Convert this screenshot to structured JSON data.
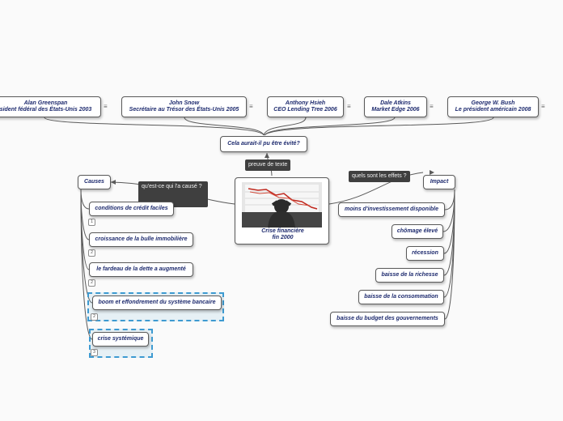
{
  "central": {
    "line1": "Crise financière",
    "line2": "fin 2000"
  },
  "question": {
    "label": "Cela aurait-il pu être évité?",
    "connector": "preuve de texte",
    "people": [
      {
        "line1": "Alan Greenspan",
        "line2": "sident fédéral des États-Unis 2003"
      },
      {
        "line1": "John Snow",
        "line2": "Secrétaire au Trésor des États-Unis 2005"
      },
      {
        "line1": "Anthony Hsieh",
        "line2": "CEO Lending Tree 2006"
      },
      {
        "line1": "Dale Atkins",
        "line2": "Market Edge 2006"
      },
      {
        "line1": "George W. Bush",
        "line2": "Le président américain 2008"
      }
    ],
    "menu_glyph": "≡"
  },
  "causes": {
    "label": "Causes",
    "connector": "qu'est-ce qui l'a causé ?",
    "items": [
      {
        "label": "conditions de crédit faciles",
        "badge": "1"
      },
      {
        "label": "croissance de la bulle immobilière",
        "badge": "2"
      },
      {
        "label": "le fardeau de la dette a augmenté",
        "badge": "2"
      },
      {
        "label": "boom et effondrement du système bancaire",
        "badge": "2"
      },
      {
        "label": "crise systémique",
        "badge": "3"
      }
    ]
  },
  "impact": {
    "label": "Impact",
    "connector": "quels sont les effets ?",
    "items": [
      "moins d'investissement disponible",
      "chômage élevé",
      "récession",
      "baisse de la richesse",
      "baisse de la consommation",
      "baisse du budget des gouvernements"
    ]
  },
  "colors": {
    "node_text": "#1d2a6e",
    "selection": "#3d9ad1",
    "connector_label_bg": "#3f3f3f",
    "link_line": "#5a5a5a"
  }
}
